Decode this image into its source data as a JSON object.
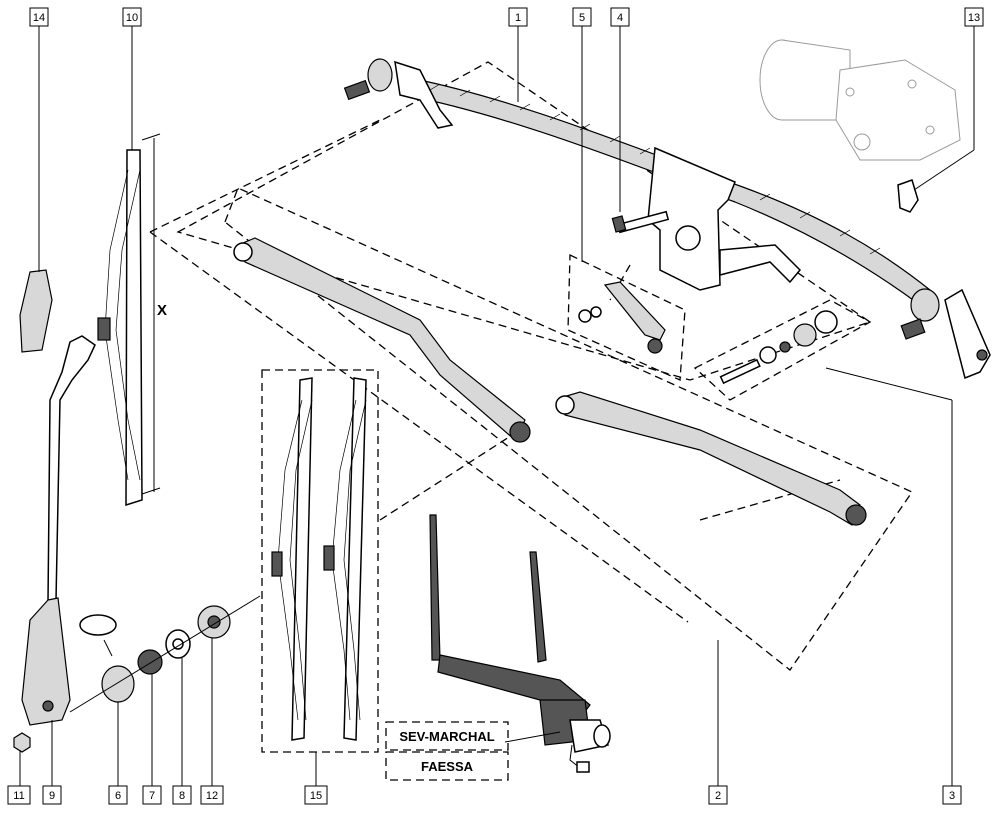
{
  "callouts": [
    "14",
    "10",
    "1",
    "5",
    "4",
    "13",
    "11",
    "9",
    "6",
    "7",
    "8",
    "12",
    "15",
    "2",
    "3"
  ],
  "dimension_label": "X",
  "brand_labels": [
    "SEV-MARCHAL",
    "FAESSA"
  ]
}
